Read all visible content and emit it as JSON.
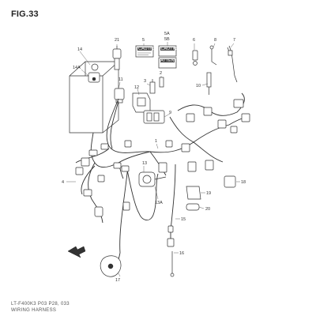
{
  "figure": {
    "title": "FIG.33",
    "model_code": "LT-F400K3 P03 P28, 033",
    "caption": "WIRING HARNESS"
  },
  "labels": {
    "lbl_14": "14",
    "lbl_14A": "14A",
    "lbl_21": "21",
    "lbl_5": "5",
    "lbl_5A": "5A",
    "lbl_5B": "5B",
    "lbl_6": "6",
    "lbl_8": "8",
    "lbl_7": "7",
    "lbl_10": "10",
    "lbl_11": "11",
    "lbl_12": "12",
    "lbl_3": "3",
    "lbl_2": "2",
    "lbl_9": "9",
    "lbl_1": "1",
    "lbl_4": "4",
    "lbl_13": "13",
    "lbl_13A": "13A",
    "lbl_18": "18",
    "lbl_19": "19",
    "lbl_20": "20",
    "lbl_15": "15",
    "lbl_16": "16",
    "lbl_17": "17"
  },
  "decal_text": {
    "caution": "CAUTION",
    "attention": "ATTENTION"
  },
  "icons": {
    "direction_arrow": "front-direction-arrow-icon"
  }
}
